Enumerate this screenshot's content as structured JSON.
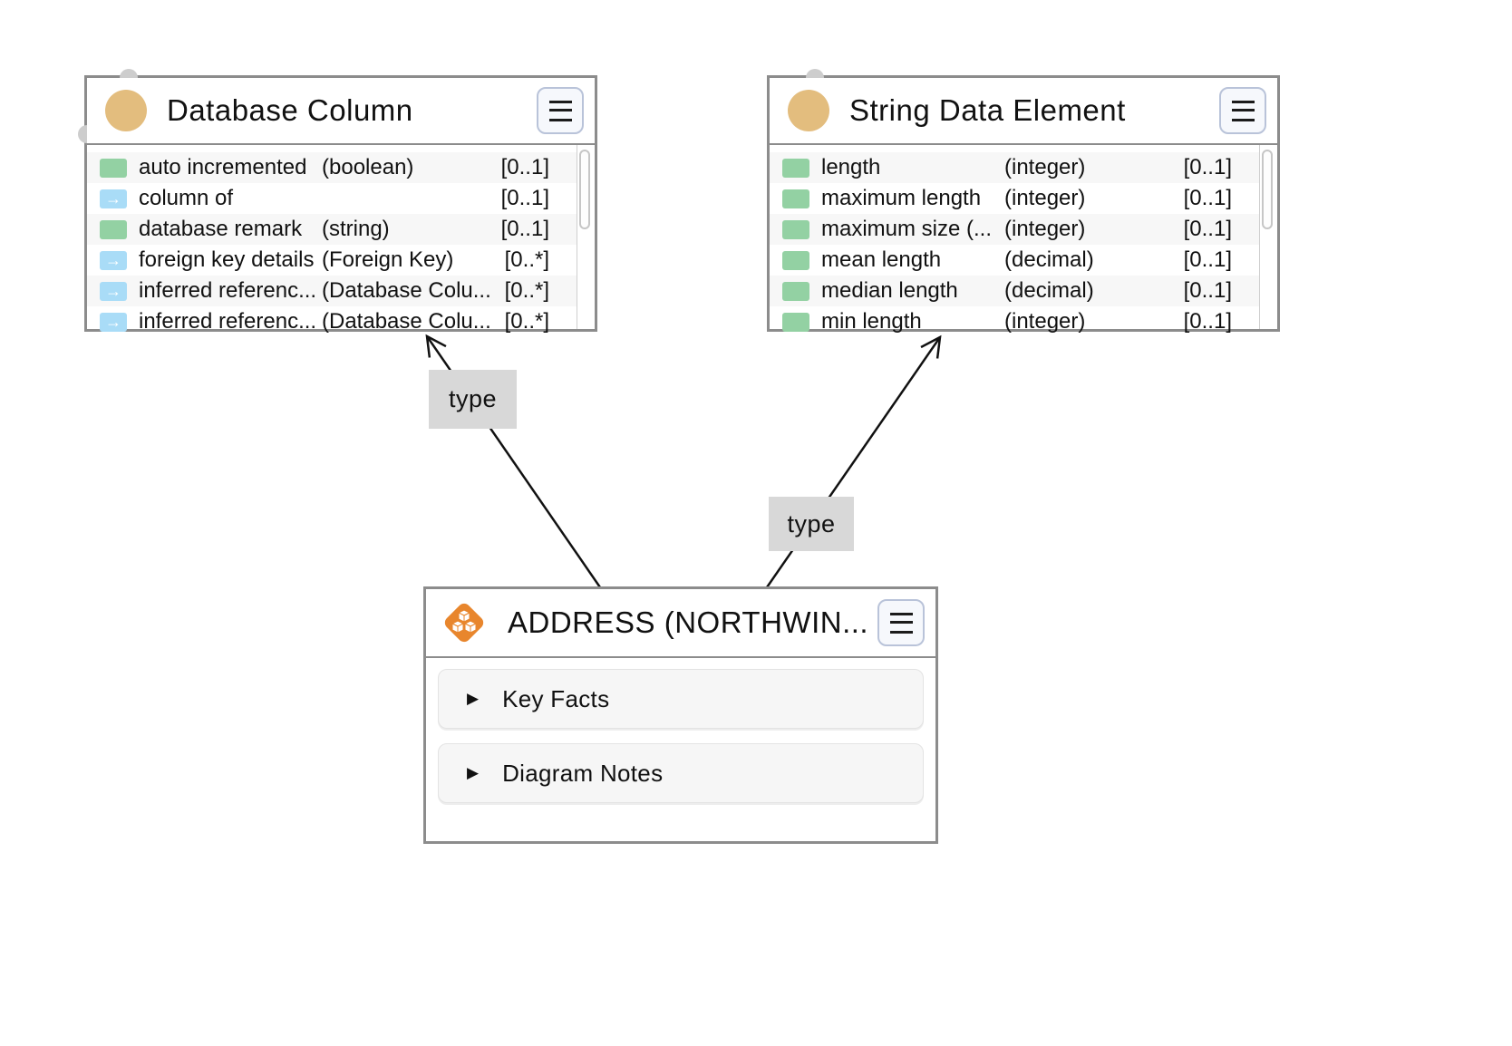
{
  "colors": {
    "node_border": "#8c8c8c",
    "class_icon": "#e3bd7e",
    "attribute_chip": "#93d1a3",
    "reference_chip": "#a9dcf7",
    "dataset_icon": "#e8862d",
    "edge_label_bg": "#d8d8d8",
    "row_alt_bg": "#f7f7f7"
  },
  "icons": {
    "menu": "hamburger",
    "section_collapsed": "▶",
    "reference_arrow": "→"
  },
  "nodes": {
    "database_column": {
      "title": "Database Column",
      "attributes": [
        {
          "icon": "attribute",
          "name": "auto incremented",
          "type": "(boolean)",
          "card": "[0..1]"
        },
        {
          "icon": "reference",
          "name": "column of",
          "type": "",
          "card": "[0..1]"
        },
        {
          "icon": "attribute",
          "name": "database remark",
          "type": "(string)",
          "card": "[0..1]"
        },
        {
          "icon": "reference",
          "name": "foreign key details",
          "type": "(Foreign Key)",
          "card": "[0..*]"
        },
        {
          "icon": "reference",
          "name": "inferred referenc...",
          "type": "(Database Colu...",
          "card": "[0..*]"
        },
        {
          "icon": "reference",
          "name": "inferred referenc...",
          "type": "(Database Colu...",
          "card": "[0..*]"
        }
      ]
    },
    "string_data_element": {
      "title": "String Data Element",
      "attributes": [
        {
          "icon": "attribute",
          "name": "length",
          "type": "(integer)",
          "card": "[0..1]"
        },
        {
          "icon": "attribute",
          "name": "maximum length",
          "type": "(integer)",
          "card": "[0..1]"
        },
        {
          "icon": "attribute",
          "name": "maximum size (...",
          "type": "(integer)",
          "card": "[0..1]"
        },
        {
          "icon": "attribute",
          "name": "mean length",
          "type": "(decimal)",
          "card": "[0..1]"
        },
        {
          "icon": "attribute",
          "name": "median length",
          "type": "(decimal)",
          "card": "[0..1]"
        },
        {
          "icon": "attribute",
          "name": "min length",
          "type": "(integer)",
          "card": "[0..1]"
        }
      ]
    },
    "address": {
      "title": "ADDRESS (NORTHWIN...",
      "sections": [
        {
          "label": "Key Facts"
        },
        {
          "label": "Diagram Notes"
        }
      ]
    }
  },
  "edges": [
    {
      "label": "type"
    },
    {
      "label": "type"
    }
  ]
}
